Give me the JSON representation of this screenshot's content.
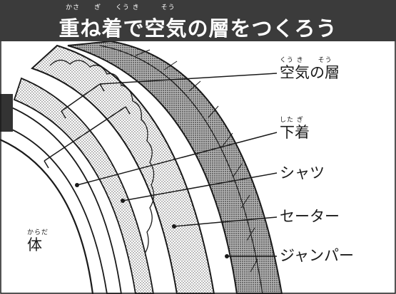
{
  "title": {
    "ruby": "かさ　　ぎ　　くう き　　　そう",
    "text": "重ね着で空気の層をつくろう"
  },
  "labels": {
    "air_layer": {
      "ruby": "くう き　　そう",
      "text": "空気の層"
    },
    "underwear": {
      "ruby": "した ぎ",
      "text": "下着"
    },
    "shirt": {
      "text": "シャツ"
    },
    "sweater": {
      "text": "セーター"
    },
    "jumper": {
      "text": "ジャンパー"
    },
    "body": {
      "ruby": "からだ",
      "text": "体"
    }
  },
  "colors": {
    "title_background": "#3b3b3b",
    "title_text": "#ffffff",
    "line": "#1a1a1a",
    "sweater_fill": "#d9d9d9",
    "jumper_fill": "#8f8f8f"
  }
}
